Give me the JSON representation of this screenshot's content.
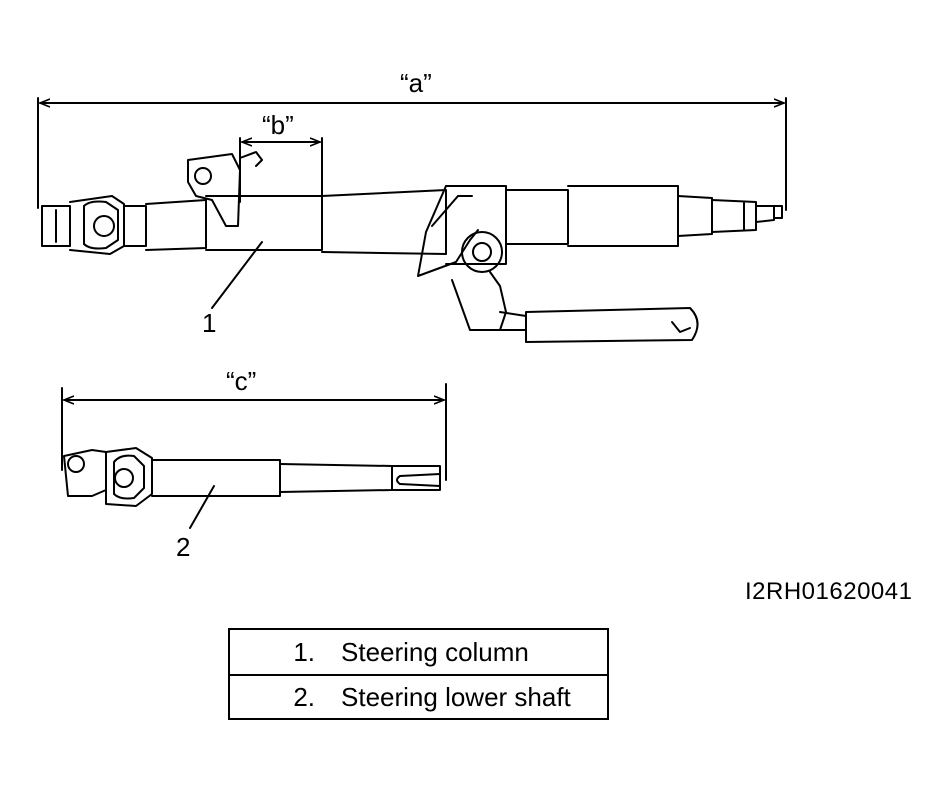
{
  "dimensions": {
    "a": "“a”",
    "b": "“b”",
    "c": "“c”"
  },
  "callouts": {
    "part1": "1",
    "part2": "2"
  },
  "figure_code": "I2RH01620041",
  "legend": [
    {
      "number": "1.",
      "text": "Steering column"
    },
    {
      "number": "2.",
      "text": "Steering lower shaft"
    }
  ]
}
